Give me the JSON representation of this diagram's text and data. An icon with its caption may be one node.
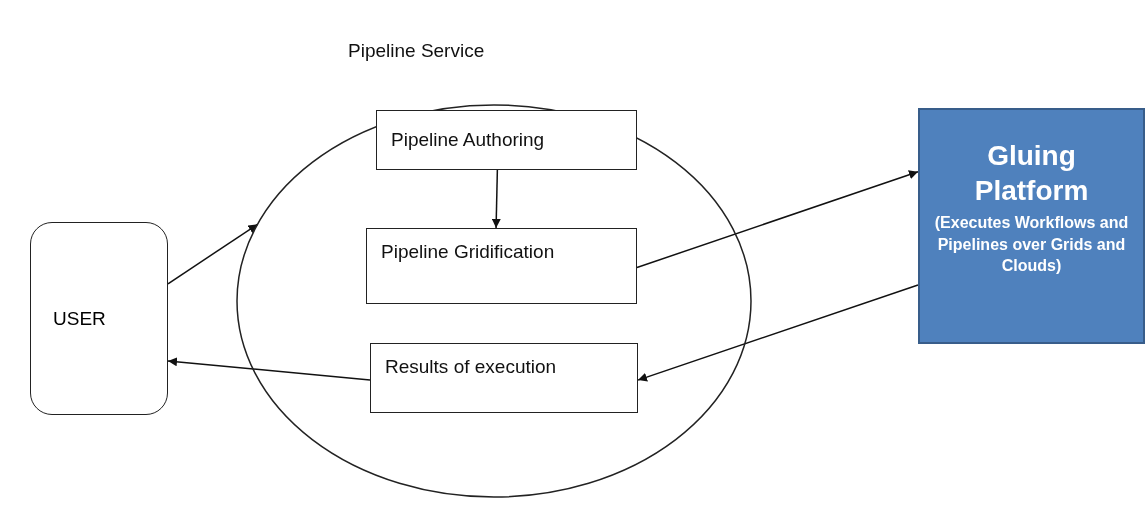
{
  "diagram": {
    "nodes": [
      {
        "text": [
          "Pipeline Service"
        ]
      },
      {
        "text": [
          "Pipeline Authoring"
        ],
        "in": 0
      },
      {
        "text": [
          "Pipeline Gridification"
        ],
        "in": 0
      },
      {
        "text": [
          "Results of execution"
        ],
        "in": 0
      },
      {
        "text": [
          "USER"
        ]
      },
      {
        "text": [
          "Gluing Platform",
          "(Executes Workflows and Pipelines over Grids and Clouds)"
        ]
      }
    ],
    "edges": [
      {
        "from": 4,
        "to": 0,
        "arrow": "to"
      },
      {
        "from": 1,
        "to": 2,
        "arrow": "to"
      },
      {
        "from": 2,
        "to": 5,
        "arrow": "to"
      },
      {
        "from": 5,
        "to": 3,
        "arrow": "to"
      },
      {
        "from": 3,
        "to": 4,
        "arrow": "to"
      }
    ]
  }
}
